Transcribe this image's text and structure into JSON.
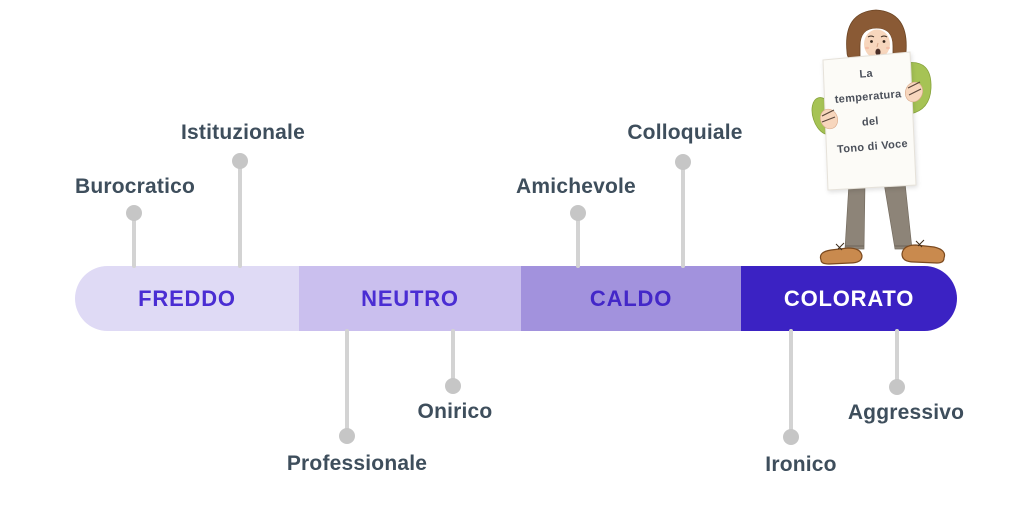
{
  "sign": {
    "lines": [
      "La",
      "temperatura",
      "del",
      "Tono di Voce"
    ]
  },
  "scale": {
    "segments": [
      {
        "label": "FREDDO",
        "color": "#dfdaf5",
        "text_color": "#4a2dd3"
      },
      {
        "label": "NEUTRO",
        "color": "#cabfee",
        "text_color": "#4a2dd3"
      },
      {
        "label": "CALDO",
        "color": "#a292dd",
        "text_color": "#4327c8"
      },
      {
        "label": "COLORATO",
        "color": "#3b22c3",
        "text_color": "#ffffff"
      }
    ]
  },
  "tones": {
    "above": [
      {
        "label": "Burocratico"
      },
      {
        "label": "Istituzionale"
      },
      {
        "label": "Amichevole"
      },
      {
        "label": "Colloquiale"
      }
    ],
    "below": [
      {
        "label": "Professionale"
      },
      {
        "label": "Onirico"
      },
      {
        "label": "Ironico"
      },
      {
        "label": "Aggressivo"
      }
    ]
  },
  "colors": {
    "tone_label_text": "#3e4e5c",
    "pin_gray": "#c6c6c6",
    "background": "#ffffff"
  }
}
